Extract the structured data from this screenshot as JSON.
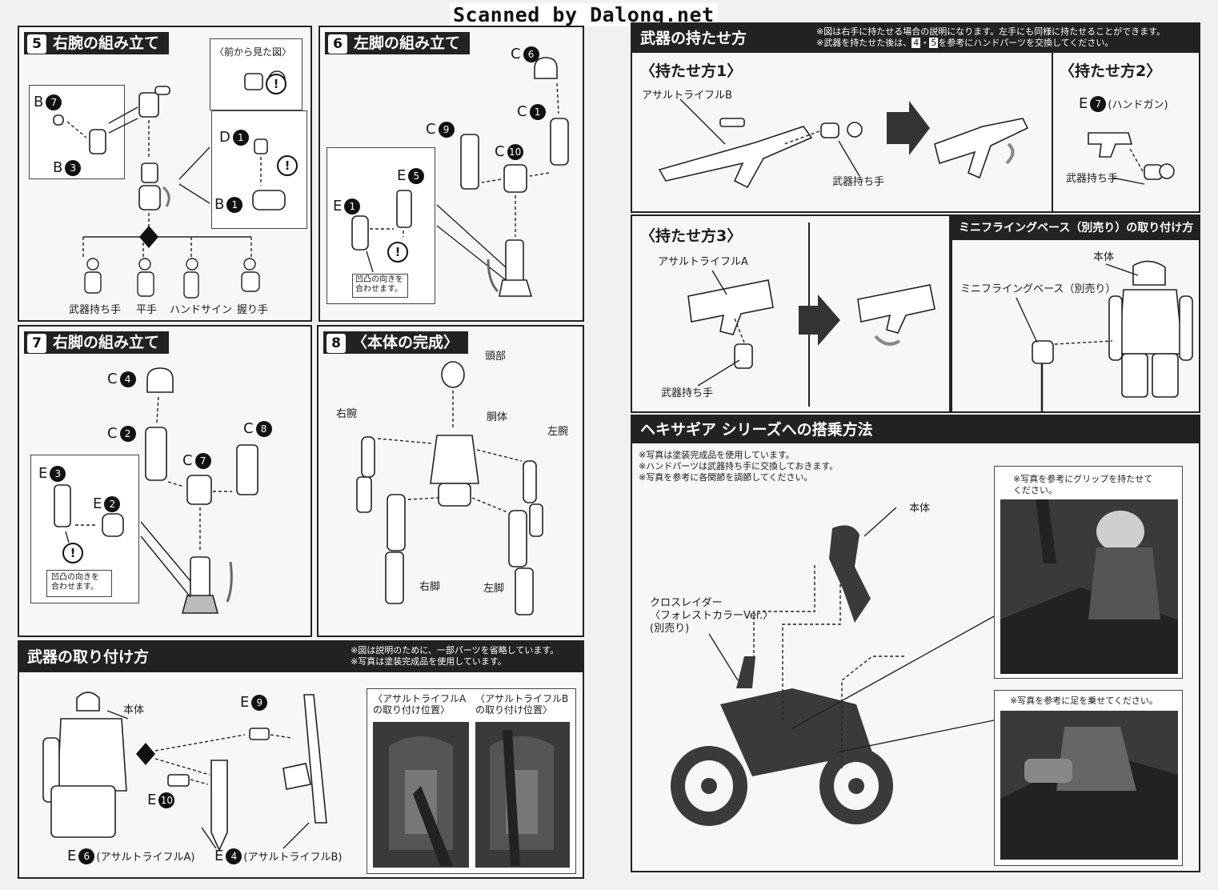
{
  "watermark": "Scanned by Dalong.net",
  "s5": {
    "num": "5",
    "title": "右腕の組み立て",
    "b7": "B",
    "b3": "B",
    "d1": "D",
    "b1": "B",
    "view": "〈前から見た図〉",
    "h1": "武器持ち手",
    "h2": "平手",
    "h3": "ハンドサイン",
    "h4": "握り手"
  },
  "s6": {
    "num": "6",
    "title": "左脚の組み立て",
    "c6": "C",
    "c1": "C",
    "c9": "C",
    "c10": "C",
    "e5": "E",
    "e1": "E",
    "note1": "凹凸の向きを",
    "note2": "合わせます。"
  },
  "s7": {
    "num": "7",
    "title": "右脚の組み立て",
    "c4": "C",
    "c2": "C",
    "c7": "C",
    "c8": "C",
    "e3": "E",
    "e2": "E",
    "note1": "凹凸の向きを",
    "note2": "合わせます。"
  },
  "s8": {
    "num": "8",
    "title": "〈本体の完成〉",
    "head": "頭部",
    "torso": "胴体",
    "rarm": "右腕",
    "larm": "左腕",
    "rleg": "右脚",
    "lleg": "左脚"
  },
  "weapons": {
    "title": "武器の取り付け方",
    "note1": "※図は説明のために、一部パーツを省略しています。",
    "note2": "※写真は塗装完成品を使用しています。",
    "body": "本体",
    "e9": "E",
    "e10": "E",
    "e6": "E",
    "e6name": "(アサルトライフルA)",
    "e4": "E",
    "e4name": "(アサルトライフルB)",
    "capA1": "〈アサルトライフルA",
    "capA2": "の取り付け位置〉",
    "capB1": "〈アサルトライフルB",
    "capB2": "の取り付け位置〉"
  },
  "hold": {
    "title": "武器の持たせ方",
    "note1": "※図は右手に持たせる場合の説明になります。左手にも同様に持たせることができます。",
    "note2a": "※武器を持たせた後は、",
    "note2n1": "4",
    "note2mid": "・",
    "note2n2": "5",
    "note2b": "を参考にハンドパーツを交換してください。",
    "m1": "〈持たせ方1〉",
    "rifleB": "アサルトライフルB",
    "grip1": "武器持ち手",
    "m2": "〈持たせ方2〉",
    "e7": "E",
    "e7name": "(ハンドガン)",
    "grip2": "武器持ち手",
    "m3": "〈持たせ方3〉",
    "rifleA": "アサルトライフルA",
    "grip3": "武器持ち手"
  },
  "fbase": {
    "title": "ミニフライングベース（別売り）の取り付け方",
    "body": "本体",
    "base": "ミニフライングベース（別売り）"
  },
  "hexa": {
    "title": "ヘキサギア シリーズへの搭乗方法",
    "n1": "※写真は塗装完成品を使用しています。",
    "n2": "※ハンドパーツは武器持ち手に交換しておきます。",
    "n3": "※写真を参考に各関節を調節してください。",
    "body": "本体",
    "bike1": "クロスレイダー",
    "bike2": "〈フォレストカラーVer.〉",
    "bike3": "(別売り)",
    "p1a": "※写真を参考にグリップを持たせて",
    "p1b": "ください。",
    "p2": "※写真を参考に足を乗せてください。"
  },
  "nums": {
    "n1": "1",
    "n2": "2",
    "n3": "3",
    "n4": "4",
    "n5": "5",
    "n6": "6",
    "n7": "7",
    "n8": "8",
    "n9": "9",
    "n10": "10"
  },
  "colors": {
    "ink": "#222222",
    "paper": "#f7f7f5",
    "photo": "#3a3a3a"
  }
}
